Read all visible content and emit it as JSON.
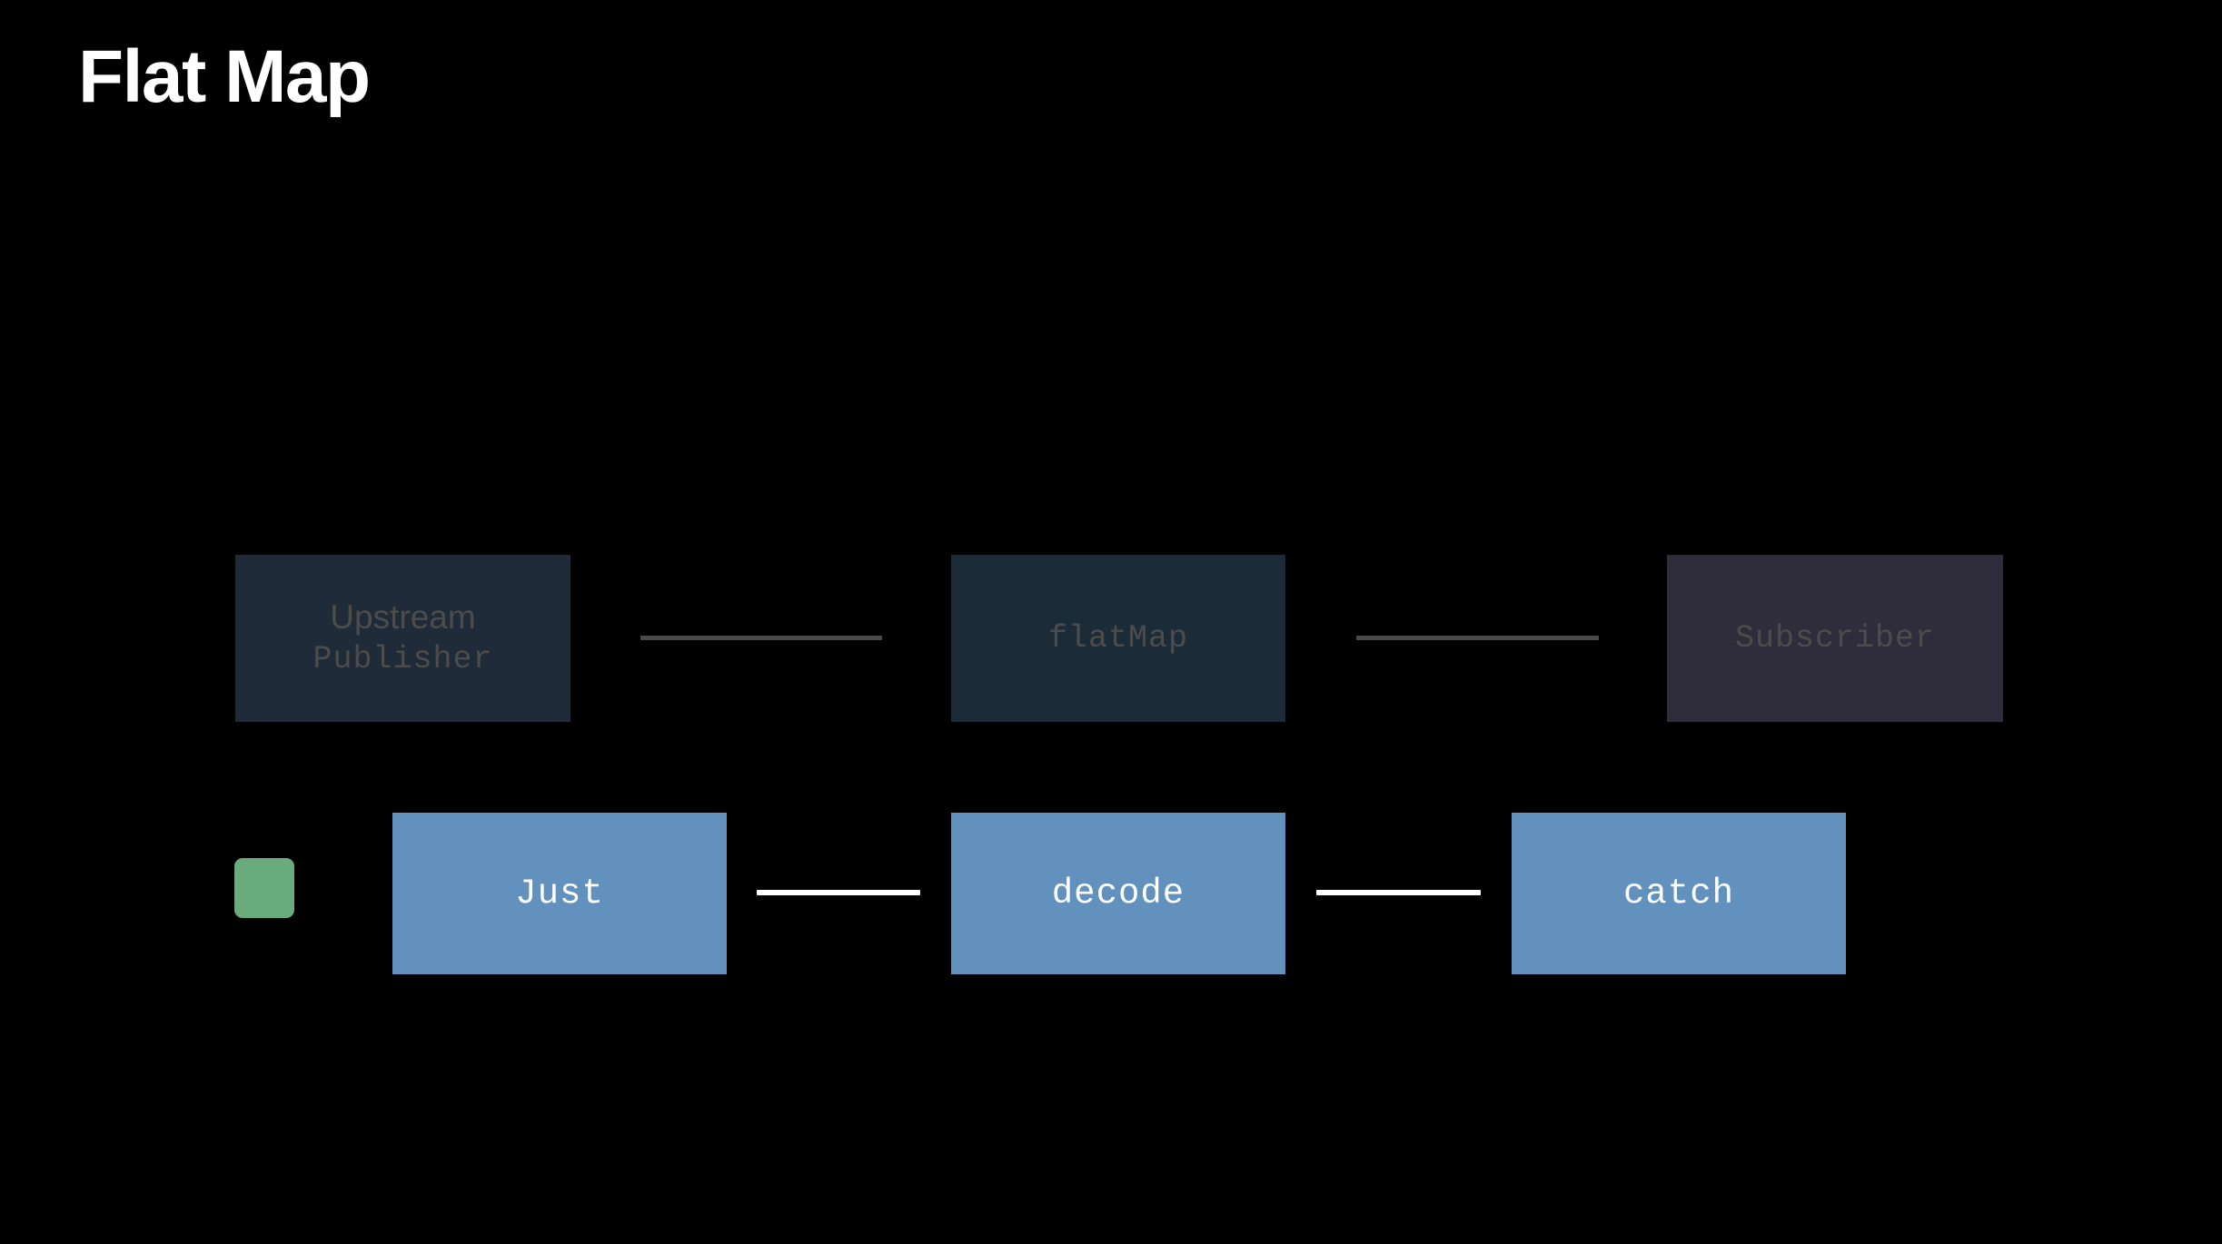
{
  "slide": {
    "title": "Flat Map",
    "background_color": "#000000"
  },
  "colors": {
    "background": "#000000",
    "title_text": "#ffffff",
    "dim_node_fill": "#1f2b38",
    "dim_node_fill_alt": "#1c2b38",
    "subscriber_node_fill": "#2f2c3c",
    "dim_label_text": "#4c4c4c",
    "bright_node_fill": "#6391bd",
    "bright_label_text": "#ffffff",
    "dim_connector": "#4a4a4a",
    "bright_connector": "#ffffff",
    "value_marker": "#6aab7d"
  },
  "pipeline_upper": {
    "nodes": [
      {
        "id": "upstream-publisher",
        "line1": "Upstream",
        "line2": "Publisher"
      },
      {
        "id": "flatmap",
        "line1": "flatMap"
      },
      {
        "id": "subscriber",
        "line1": "Subscriber"
      }
    ],
    "connectors": [
      {
        "id": "upstream-to-flatmap"
      },
      {
        "id": "flatmap-to-subscriber"
      }
    ]
  },
  "pipeline_lower": {
    "value_marker": {
      "id": "value-marker",
      "shape": "rounded-square"
    },
    "nodes": [
      {
        "id": "just",
        "label": "Just"
      },
      {
        "id": "decode",
        "label": "decode"
      },
      {
        "id": "catch",
        "label": "catch"
      }
    ],
    "connectors": [
      {
        "id": "just-to-decode"
      },
      {
        "id": "decode-to-catch"
      }
    ]
  }
}
